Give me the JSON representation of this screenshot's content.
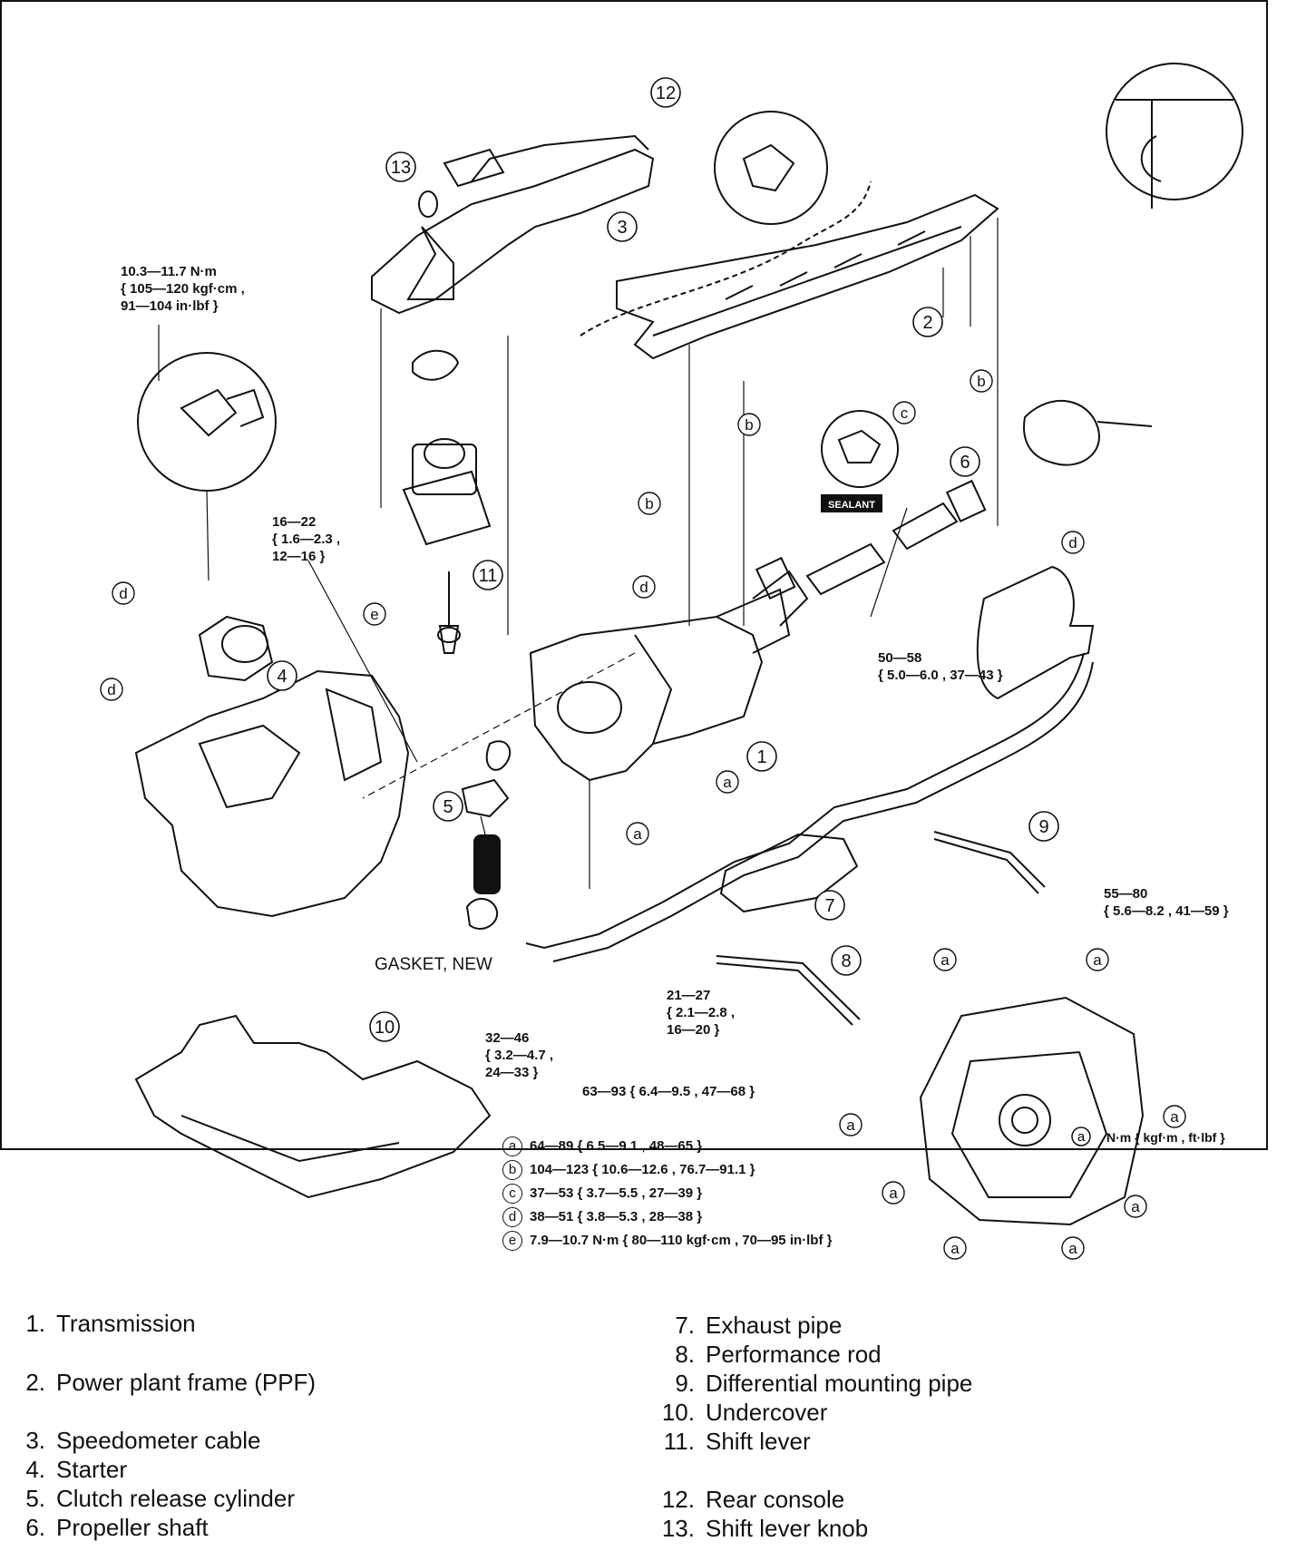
{
  "diagram": {
    "callouts": [
      {
        "n": "1"
      },
      {
        "n": "2"
      },
      {
        "n": "3"
      },
      {
        "n": "4"
      },
      {
        "n": "5"
      },
      {
        "n": "6"
      },
      {
        "n": "7"
      },
      {
        "n": "8"
      },
      {
        "n": "9"
      },
      {
        "n": "10"
      },
      {
        "n": "11"
      },
      {
        "n": "12"
      },
      {
        "n": "13"
      }
    ],
    "torque_specs": {
      "starter_box": "10.3—11.7 N·m\n{ 105—120 kgf·cm ,\n91—104 in·lbf }",
      "clutch": "16—22\n{ 1.6—2.3 ,\n12—16 }",
      "propeller": "50—58\n{ 5.0—6.0 , 37—43 }",
      "diff": "55—80\n{ 5.6—8.2 , 41—59 }",
      "exhaust_nut": "32—46\n{ 3.2—4.7 ,\n24—33 }",
      "exhaust_bolt": "21—27\n{ 2.1—2.8 ,\n16—20 }",
      "perf_rod": "63—93 { 6.4—9.5 , 47—68 }"
    },
    "gasket_label": "GASKET, NEW",
    "sealant_label": "SEALANT",
    "units_label": "N·m { kgf·m , ft·lbf }",
    "torque_key": [
      {
        "letter": "a",
        "text": "64—89 { 6.5—9.1 , 48—65 }"
      },
      {
        "letter": "b",
        "text": "104—123 { 10.6—12.6 , 76.7—91.1 }"
      },
      {
        "letter": "c",
        "text": "37—53 { 3.7—5.5 , 27—39 }"
      },
      {
        "letter": "d",
        "text": "38—51 { 3.8—5.3 , 28—38 }"
      },
      {
        "letter": "e",
        "text": "7.9—10.7 N·m { 80—110 kgf·cm , 70—95 in·lbf }"
      }
    ]
  },
  "legend": [
    {
      "n": "1.",
      "label": "Transmission"
    },
    {
      "n": "2.",
      "label": "Power plant frame (PPF)"
    },
    {
      "n": "3.",
      "label": "Speedometer cable"
    },
    {
      "n": "4.",
      "label": "Starter"
    },
    {
      "n": "5.",
      "label": "Clutch release cylinder"
    },
    {
      "n": "6.",
      "label": "Propeller shaft"
    },
    {
      "n": "7.",
      "label": "Exhaust pipe"
    },
    {
      "n": "8.",
      "label": "Performance rod"
    },
    {
      "n": "9.",
      "label": "Differential mounting pipe"
    },
    {
      "n": "10.",
      "label": "Undercover"
    },
    {
      "n": "11.",
      "label": "Shift lever"
    },
    {
      "n": "12.",
      "label": "Rear console"
    },
    {
      "n": "13.",
      "label": "Shift lever knob"
    }
  ]
}
